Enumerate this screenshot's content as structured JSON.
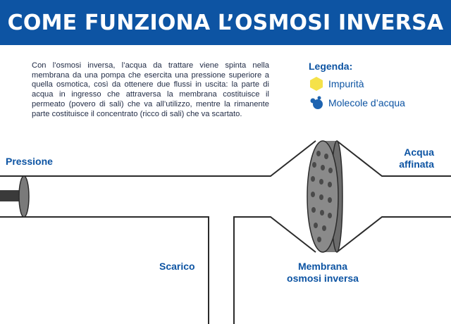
{
  "title": "COME FUNZIONA L’OSMOSI INVERSA",
  "description": "Con l’osmosi inversa, l’acqua da trattare viene spinta nella membrana da una pompa che esercita una pressione superiore a quella osmotica, così da ottenere due flussi in uscita: la parte di acqua in ingresso che attraversa la membrana costituisce il permeato (povero di sali) che va all’utilizzo, mentre la rimanente parte costituisce il concentrato (ricco di sali) che va scartato.",
  "legend": {
    "title": "Legenda:",
    "items": [
      {
        "label": "Impurità",
        "icon": "impurity-hexagon-icon",
        "color": "#f5e24a"
      },
      {
        "label": "Molecole d’acqua",
        "icon": "water-molecule-icon",
        "color": "#1e63b0"
      }
    ]
  },
  "labels": {
    "pressure": "Pressione",
    "purified_line1": "Acqua",
    "purified_line2": "affinata",
    "drain": "Scarico",
    "membrane_line1": "Membrana",
    "membrane_line2": "osmosi inversa"
  },
  "colors": {
    "brand_blue": "#0d54a3",
    "pipe_line": "#2b2b2b",
    "membrane_gray": "#7a7a7a",
    "impurity_yellow": "#f5e24a"
  }
}
